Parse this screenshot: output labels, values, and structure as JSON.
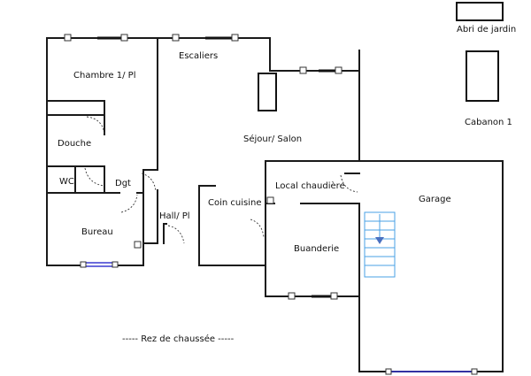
{
  "rooms": {
    "abri": "Abri de jardin",
    "cabanon": "Cabanon 1",
    "chambre": "Chambre 1/ Pl",
    "escaliers": "Escaliers",
    "douche": "Douche",
    "sejour": "Séjour/ Salon",
    "wc": "WC",
    "dgt": "Dgt",
    "local": "Local chaudière",
    "coin": "Coin cuisine",
    "garage": "Garage",
    "hall": "Hall/ Pl",
    "bureau": "Bureau",
    "buanderie": "Buanderie"
  },
  "floor_label": "-----  Rez de chaussée  -----",
  "colors": {
    "wall": "#1a1a1a",
    "window_blue": "#3a3ad0",
    "stair_blue": "#4aa0e6"
  }
}
